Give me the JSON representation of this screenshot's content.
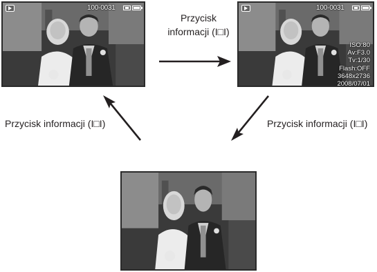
{
  "screens": {
    "top_left": {
      "file_number": "100-0031",
      "icons": [
        "play-icon",
        "image-size-icon",
        "battery-icon"
      ]
    },
    "top_right": {
      "file_number": "100-0031",
      "icons": [
        "play-icon",
        "image-size-icon",
        "battery-icon"
      ],
      "info": {
        "iso": "ISO:80",
        "aperture": "Av:F3.0",
        "shutter": "Tv:1/30",
        "flash": "Flash:OFF",
        "resolution": "3648x2736",
        "date": "2008/07/01"
      }
    },
    "bottom": {}
  },
  "captions": {
    "top_line1": "Przycisk",
    "top_line2": "informacji (I□I)",
    "left": "Przycisk informacji (I□I)",
    "right": "Przycisk informacji (I□I)"
  },
  "colors": {
    "text": "#231f20",
    "arrow": "#231f20",
    "overlay_text": "#ffffff"
  }
}
